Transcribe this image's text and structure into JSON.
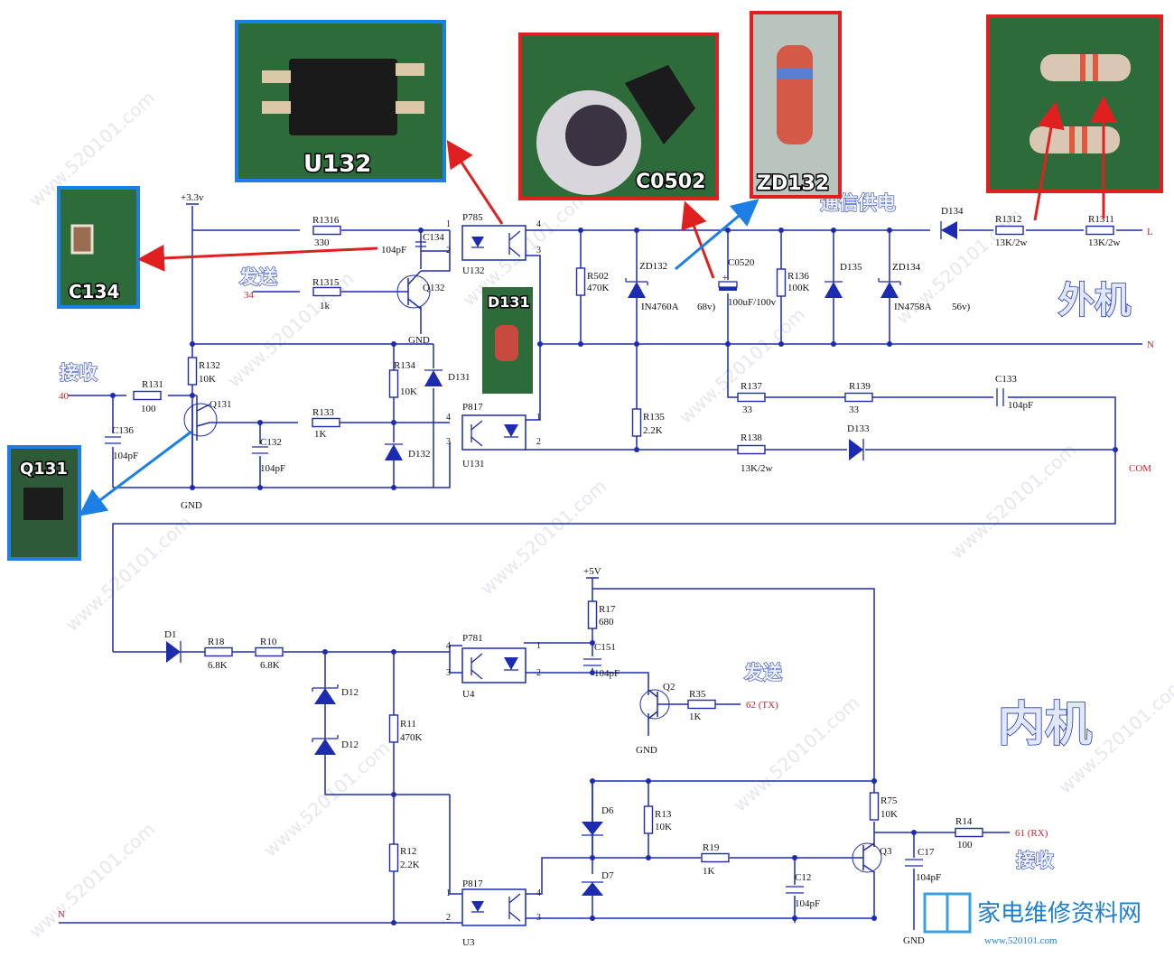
{
  "sections": {
    "outdoor": "外机",
    "indoor": "内机"
  },
  "notes": {
    "supply": "通信供电",
    "send_top": "发送",
    "recv_top": "接收",
    "send_bottom": "发送",
    "recv_bottom": "接收"
  },
  "photos": {
    "u132": "U132",
    "c0502": "C0502",
    "zd132": "ZD132",
    "c134": "C134",
    "q131": "Q131",
    "d131": "D131"
  },
  "rails": {
    "v33": "+3.3v",
    "v5": "+5V",
    "L": "L",
    "N_top": "N",
    "COM": "COM",
    "N_bottom": "N",
    "gnd": "GND"
  },
  "pins": {
    "p34": "34",
    "p40": "40",
    "p62": "62 (TX)",
    "p61": "61 (RX)"
  },
  "parts": {
    "R1316": {
      "ref": "R1316",
      "val": "330"
    },
    "C134": {
      "ref": "C134",
      "val": "104pF"
    },
    "R1315": {
      "ref": "R1315",
      "val": "1k"
    },
    "Q132": {
      "ref": "Q132"
    },
    "P785": {
      "ref": "P785"
    },
    "U132": {
      "ref": "U132"
    },
    "R132": {
      "ref": "R132",
      "val": "10K"
    },
    "R131": {
      "ref": "R131",
      "val": "100"
    },
    "Q131": {
      "ref": "Q131"
    },
    "C136": {
      "ref": "C136",
      "val": "104pF"
    },
    "C132": {
      "ref": "C132",
      "val": "104pF"
    },
    "R133": {
      "ref": "R133",
      "val": "1K"
    },
    "R134": {
      "ref": "R134",
      "val": "10K"
    },
    "D131": {
      "ref": "D131"
    },
    "D132": {
      "ref": "D132"
    },
    "P817a": {
      "ref": "P817"
    },
    "U131": {
      "ref": "U131"
    },
    "R502": {
      "ref": "R502",
      "val": "470K"
    },
    "ZD132": {
      "ref": "ZD132",
      "val": "IN4760A",
      "v": "68v)"
    },
    "C0520": {
      "ref": "C0520",
      "val": "100uF/100v"
    },
    "R136": {
      "ref": "R136",
      "val": "100K"
    },
    "D135": {
      "ref": "D135"
    },
    "ZD134": {
      "ref": "ZD134",
      "val": "IN4758A",
      "v": "56v)"
    },
    "D134": {
      "ref": "D134"
    },
    "R1312": {
      "ref": "R1312",
      "val": "13K/2w"
    },
    "R1311": {
      "ref": "R1311",
      "val": "13K/2w"
    },
    "R135": {
      "ref": "R135",
      "val": "2.2K"
    },
    "R137": {
      "ref": "R137",
      "val": "33"
    },
    "R139": {
      "ref": "R139",
      "val": "33"
    },
    "C133": {
      "ref": "C133",
      "val": "104pF"
    },
    "R138": {
      "ref": "R138",
      "val": "13K/2w"
    },
    "D133": {
      "ref": "D133"
    },
    "D1": {
      "ref": "D1"
    },
    "R18": {
      "ref": "R18",
      "val": "6.8K"
    },
    "R10": {
      "ref": "R10",
      "val": "6.8K"
    },
    "D12a": {
      "ref": "D12"
    },
    "D12b": {
      "ref": "D12"
    },
    "R11": {
      "ref": "R11",
      "val": "470K"
    },
    "R12": {
      "ref": "R12",
      "val": "2.2K"
    },
    "P781": {
      "ref": "P781"
    },
    "U4": {
      "ref": "U4"
    },
    "R17": {
      "ref": "R17",
      "val": "680"
    },
    "C151": {
      "ref": "C151",
      "val": "104pF"
    },
    "Q2": {
      "ref": "Q2"
    },
    "R35": {
      "ref": "R35",
      "val": "1K"
    },
    "D6": {
      "ref": "D6"
    },
    "D7": {
      "ref": "D7"
    },
    "R13": {
      "ref": "R13",
      "val": "10K"
    },
    "R19": {
      "ref": "R19",
      "val": "1K"
    },
    "C12": {
      "ref": "C12",
      "val": "104pF"
    },
    "R75": {
      "ref": "R75",
      "val": "10K"
    },
    "Q3": {
      "ref": "Q3"
    },
    "C17": {
      "ref": "C17",
      "val": "104pF"
    },
    "R14": {
      "ref": "R14",
      "val": "100"
    },
    "P817b": {
      "ref": "P817"
    },
    "U3": {
      "ref": "U3"
    }
  },
  "watermark": {
    "site_cn": "家电维修资料网",
    "site_url": "www.520101.com",
    "logo_cn": "家电维修资料网",
    "logo_url": "www.520101.com"
  },
  "colors": {
    "wire": "#1c2bb0",
    "highlight_red": "#e02020",
    "highlight_blue": "#1d7ee6",
    "board_green": "#2d6b3a"
  }
}
